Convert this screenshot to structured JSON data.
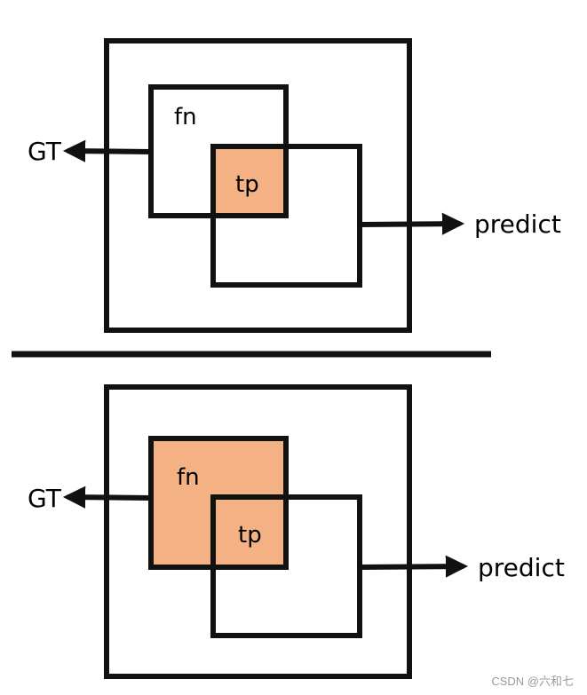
{
  "colors": {
    "stroke": "#111111",
    "fill_highlight": "#f4b183",
    "background": "#ffffff"
  },
  "top_diagram": {
    "gt_label": "GT",
    "predict_label": "predict",
    "fn_label": "fn",
    "tp_label": "tp"
  },
  "bottom_diagram": {
    "gt_label": "GT",
    "predict_label": "predict",
    "fn_label": "fn",
    "tp_label": "tp"
  },
  "watermark": "CSDN @六和七"
}
